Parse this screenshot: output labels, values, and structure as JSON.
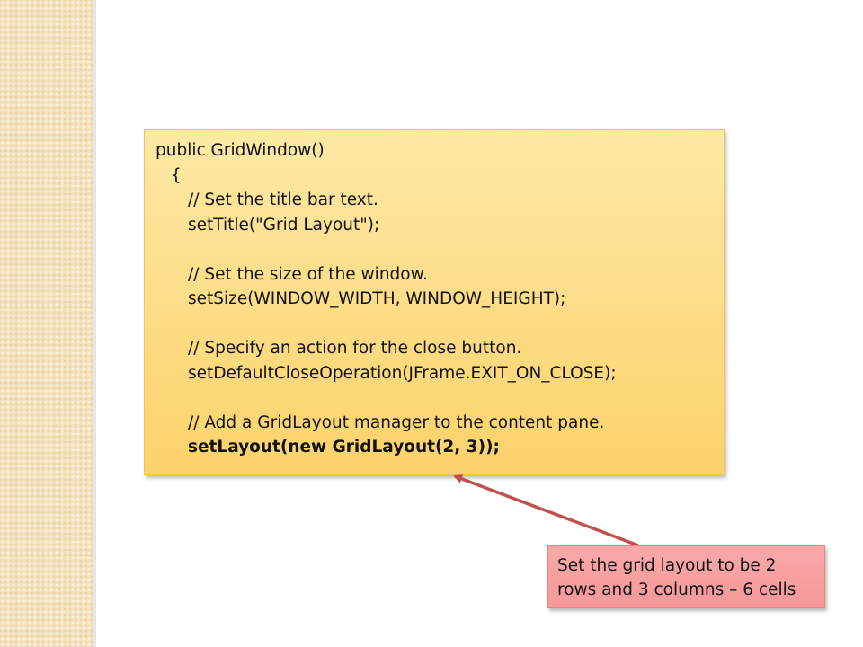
{
  "code_block": {
    "lines": [
      "public GridWindow()",
      "{",
      "// Set the title bar text.",
      "setTitle(\"Grid Layout\");",
      "",
      "// Set the size of the window.",
      "setSize(WINDOW_WIDTH, WINDOW_HEIGHT);",
      "",
      "// Specify an action for the close button.",
      "setDefaultCloseOperation(JFrame.EXIT_ON_CLOSE);",
      "",
      "// Add a GridLayout manager to the content pane.",
      "setLayout(new GridLayout(2, 3));"
    ]
  },
  "callout": {
    "line1": "Set the grid layout to be 2",
    "line2": "rows and 3 columns – 6 cells"
  },
  "colors": {
    "code_box_top": "#fde9a6",
    "code_box_bottom": "#fcd36a",
    "callout_fill": "#f69898",
    "arrow": "#c0504d",
    "side_strip": "#f3e2bd"
  }
}
